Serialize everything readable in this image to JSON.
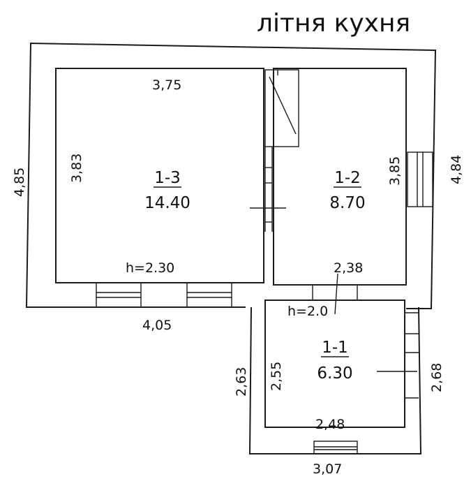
{
  "title": "літня  кухня",
  "rooms": [
    {
      "id": "1-3",
      "area": "14.40",
      "height": "h=2.30"
    },
    {
      "id": "1-2",
      "area": "8.70"
    },
    {
      "id": "1-1",
      "area": "6.30",
      "height": "h=2.0"
    }
  ],
  "dimensions": {
    "top_inner_width": "3,75",
    "left_outer_height": "4,85",
    "room13_inner_height": "3,83",
    "room12_inner_height": "3,85",
    "right_outer_height": "4,84",
    "bottom_outer_main": "4,05",
    "room12_bottom": "2,38",
    "annex_left_outer": "2,63",
    "annex_left_inner": "2,55",
    "annex_right": "2,68",
    "annex_inner_width": "2,48",
    "annex_outer_width": "3,07"
  }
}
